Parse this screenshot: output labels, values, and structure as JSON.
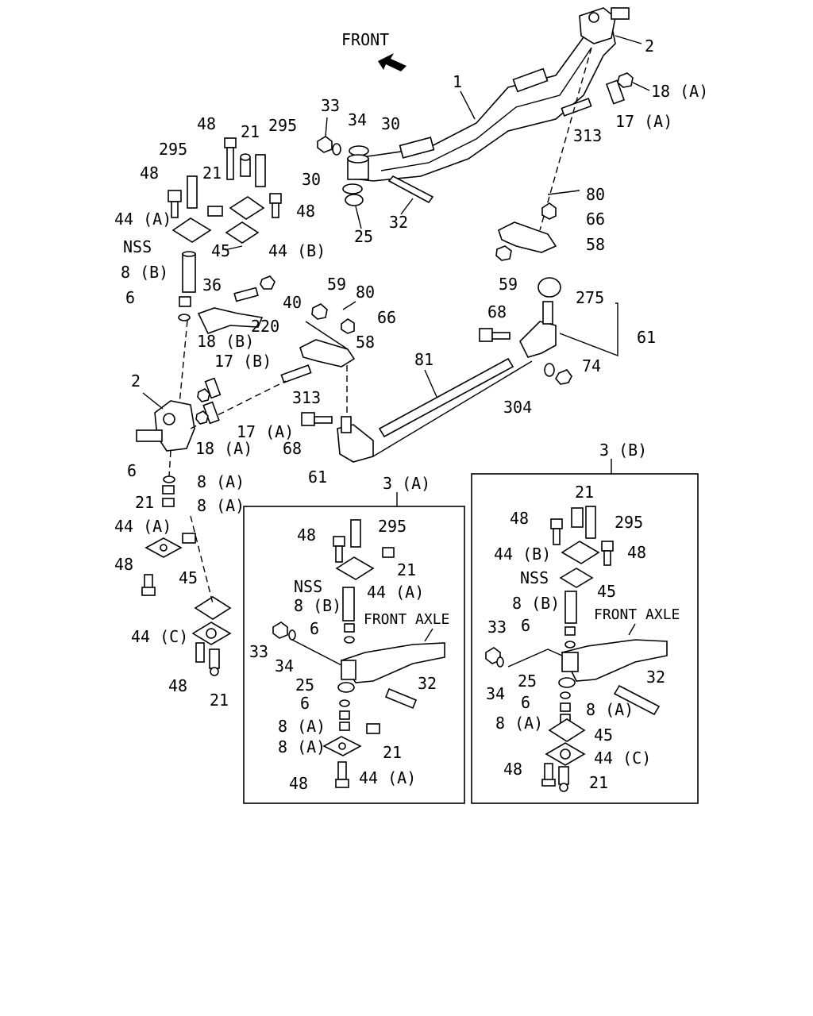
{
  "orientation": {
    "front": "FRONT",
    "arrow_icon": "arrow-up-left-icon"
  },
  "callouts": {
    "c1": "1",
    "c2_top": "2",
    "c2_left": "2",
    "c18a_top": "18 (A)",
    "c17a_top": "17 (A)",
    "c313_top": "313",
    "c33": "33",
    "c34": "34",
    "c30_top": "30",
    "c30_left": "30",
    "c25": "25",
    "c32": "32",
    "c48_a": "48",
    "c21_a": "21",
    "c295_a": "295",
    "c295_b": "295",
    "c48_b": "48",
    "c21_b": "21",
    "c48_c": "48",
    "c44a_top": "44 (A)",
    "c44b_top": "44 (B)",
    "c45_top": "45",
    "c_nss_top": "NSS",
    "c8b_top": "8 (B)",
    "c6_top": "6",
    "c36": "36",
    "c40": "40",
    "c220": "220",
    "c18b": "18 (B)",
    "c17b": "17 (B)",
    "c59_mid": "59",
    "c80_mid": "80",
    "c66_mid": "66",
    "c58_mid": "58",
    "c313_mid": "313",
    "c17a_mid": "17 (A)",
    "c18a_mid": "18 (A)",
    "c68_mid": "68",
    "c61_mid": "61",
    "c81": "81",
    "c80_right": "80",
    "c66_right": "66",
    "c58_right": "58",
    "c59_right": "59",
    "c275": "275",
    "c68_right": "68",
    "c61_right": "61",
    "c74": "74",
    "c304": "304",
    "c6_low": "6",
    "c8a_1": "8 (A)",
    "c8a_2": "8 (A)",
    "c21_low": "21",
    "c44a_low": "44 (A)",
    "c48_low": "48",
    "c45_low": "45",
    "c44c_low": "44 (C)",
    "c48_bottom": "48",
    "c21_bottom": "21"
  },
  "inset_a": {
    "title": "3 (A)",
    "axle_label": "FRONT  AXLE",
    "labels": {
      "l48_top": "48",
      "l295": "295",
      "l21_top": "21",
      "l44a_top": "44 (A)",
      "l_nss": "NSS",
      "l8b": "8 (B)",
      "l6_top": "6",
      "l33": "33",
      "l34": "34",
      "l25": "25",
      "l32": "32",
      "l6_low": "6",
      "l8a_1": "8 (A)",
      "l8a_2": "8 (A)",
      "l21_low": "21",
      "l44a_low": "44 (A)",
      "l48_low": "48"
    }
  },
  "inset_b": {
    "title": "3 (B)",
    "axle_label": "FRONT  AXLE",
    "labels": {
      "l21_top": "21",
      "l48_top": "48",
      "l295": "295",
      "l44b": "44 (B)",
      "l48_right": "48",
      "l_nss": "NSS",
      "l45_top": "45",
      "l8b": "8 (B)",
      "l33": "33",
      "l6_top": "6",
      "l34": "34",
      "l25": "25",
      "l32": "32",
      "l6_low": "6",
      "l8a_1": "8 (A)",
      "l8a_2": "8 (A)",
      "l45_low": "45",
      "l44c": "44 (C)",
      "l48_low": "48",
      "l21_low": "21"
    }
  }
}
